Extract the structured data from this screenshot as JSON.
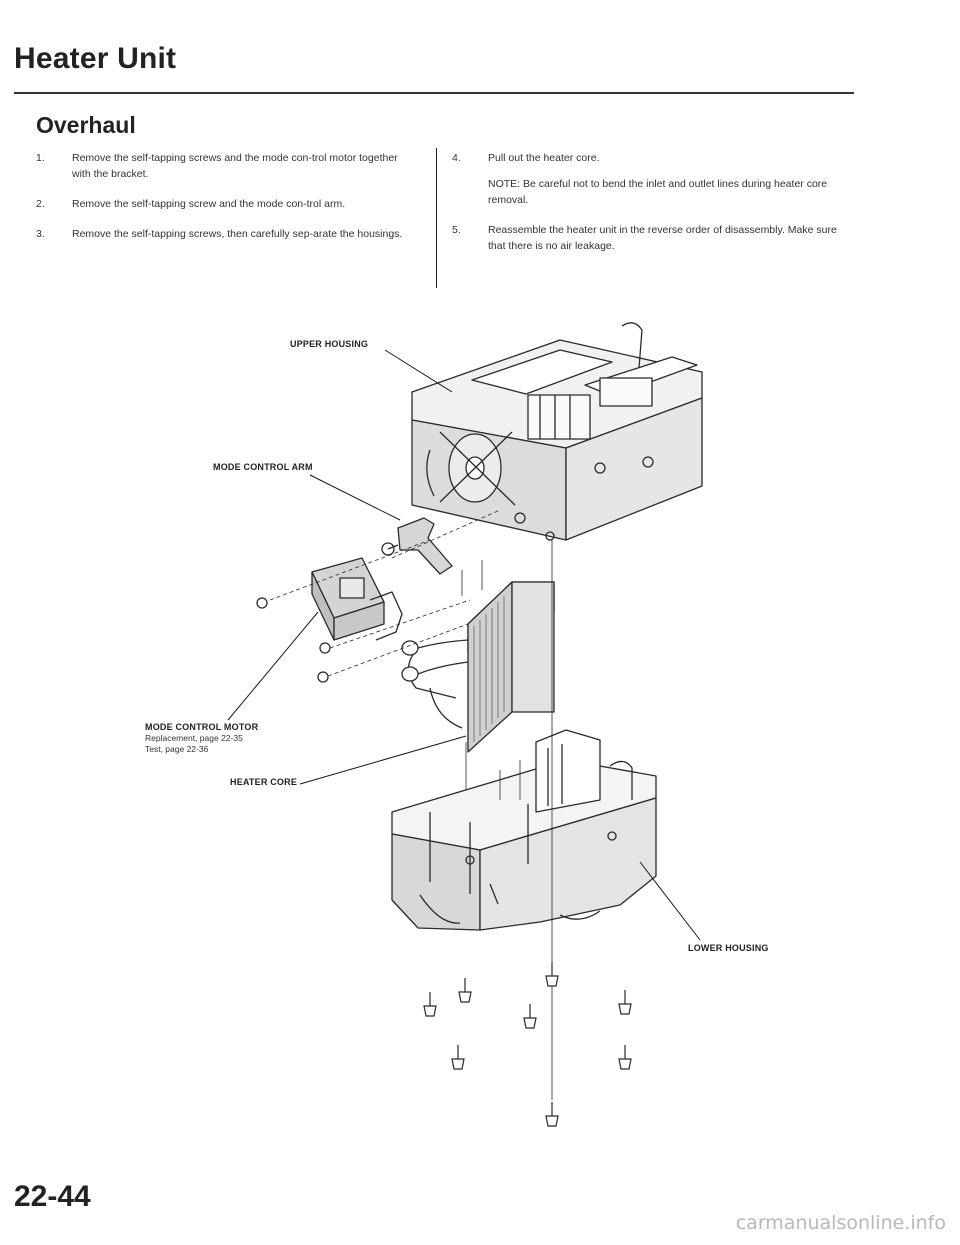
{
  "page": {
    "title": "Heater Unit",
    "section": "Overhaul",
    "page_number": "22-44"
  },
  "steps": [
    {
      "num": "1.",
      "text": "Remove the self-tapping screws and the mode con-trol motor together with the bracket."
    },
    {
      "num": "2.",
      "text": "Remove the self-tapping screw and the mode con-trol arm."
    },
    {
      "num": "3.",
      "text": "Remove the self-tapping screws, then carefully sep-arate the housings."
    },
    {
      "num": "4.",
      "text": "Pull out the heater core."
    },
    {
      "num": "5.",
      "text": "Reassemble the heater unit in the reverse order of disassembly. Make sure that there is no air leakage."
    }
  ],
  "note": "NOTE: Be careful not to bend the inlet and outlet lines during heater core removal.",
  "figure": {
    "labels": {
      "upper_housing": "UPPER HOUSING",
      "mode_control_arm": "MODE CONTROL ARM",
      "mode_control_motor": "MODE CONTROL MOTOR",
      "motor_replacement": "Replacement, page 22-35",
      "motor_test": "Test, page 22-36",
      "heater_core": "HEATER CORE",
      "lower_housing": "LOWER HOUSING"
    }
  },
  "watermark": "carmanualsonline.info"
}
